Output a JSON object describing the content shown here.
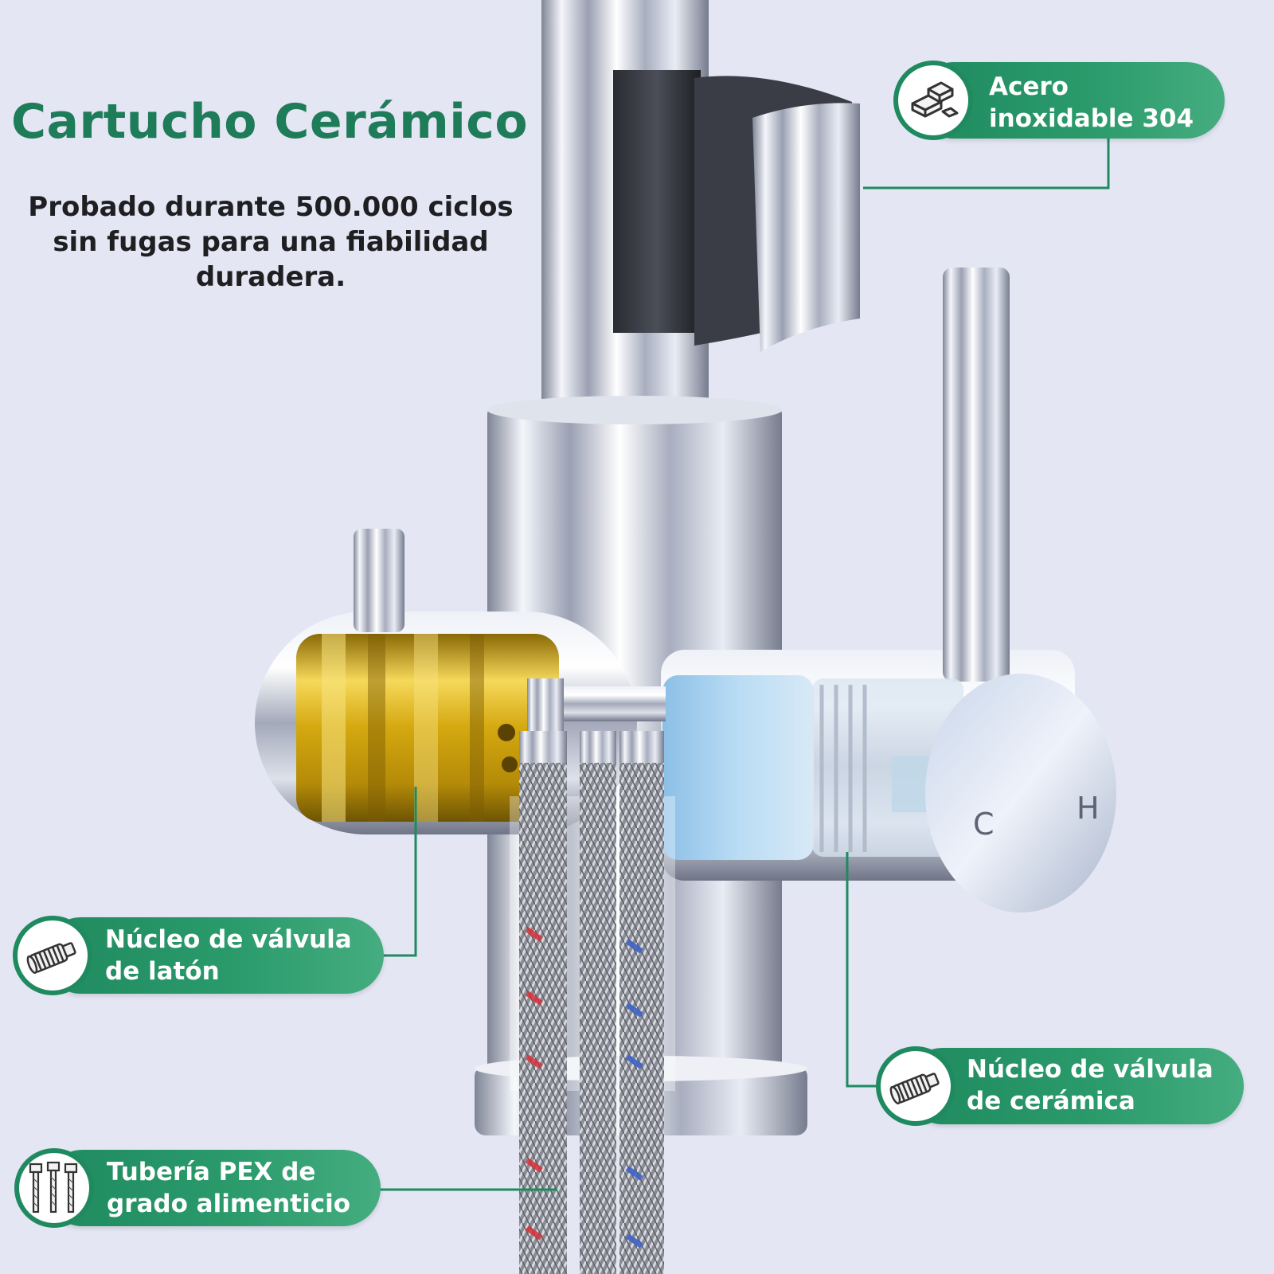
{
  "header": {
    "title": "Cartucho Cerámico",
    "description_lines": [
      "Probado durante 500.000 ciclos",
      "sin fugas para una fiabilidad",
      "duradera."
    ]
  },
  "callouts": [
    {
      "id": "steel",
      "lines": [
        "Acero",
        "inoxidable 304"
      ],
      "icon": "steel-bars-icon"
    },
    {
      "id": "brass",
      "lines": [
        "Núcleo de válvula",
        "de latón"
      ],
      "icon": "brass-cartridge-icon"
    },
    {
      "id": "ceramic",
      "lines": [
        "Núcleo de válvula",
        "de cerámica"
      ],
      "icon": "ceramic-cartridge-icon"
    },
    {
      "id": "pex",
      "lines": [
        "Tubería PEX de",
        "grado alimenticio"
      ],
      "icon": "pex-hose-icon"
    }
  ],
  "handle_markings": {
    "cold": "C",
    "hot": "H"
  },
  "colors": {
    "background": "#e4e6f4",
    "accent_green": "#1e7c59",
    "pill_green": "#2a9a6b",
    "brass": "#e2b81e",
    "ceramic_blue": "#9ccbe8",
    "hot_marker": "#d8323a",
    "cold_marker": "#3f64c8"
  }
}
